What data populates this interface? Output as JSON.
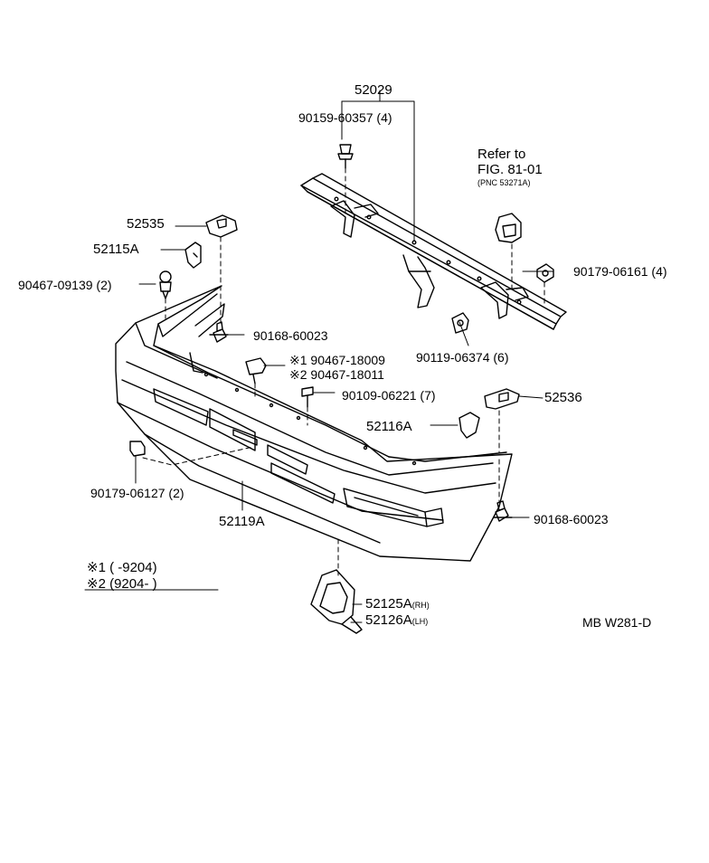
{
  "labels": {
    "assembly": "52029",
    "bolt_top": "90159-60357 (4)",
    "refer_line1": "Refer to",
    "refer_line2": "FIG. 81-01",
    "refer_pnc": "(PNC 53271A)",
    "retainer_left": "52535",
    "bracket_left": "52115A",
    "clip_left": "90467-09139 (2)",
    "nut_right_top": "90179-06161 (4)",
    "bolt_center": "90168-60023",
    "bolt_reinf": "90119-06374 (6)",
    "clip_a": "※1 90467-18009",
    "clip_b": "※2 90467-18011",
    "screw": "90109-06221 (7)",
    "retainer_right": "52536",
    "bracket_right": "52116A",
    "nut_left_low": "90179-06127 (2)",
    "cover": "52119A",
    "bolt_right_low": "90168-60023",
    "note1": "※1 (     -9204)",
    "note2": "※2 (9204-          )",
    "lamp_rh": "52125A",
    "lamp_rh_suffix": "(RH)",
    "lamp_lh": "52126A",
    "lamp_lh_suffix": "(LH)",
    "fig_code": "MB W281-D"
  }
}
